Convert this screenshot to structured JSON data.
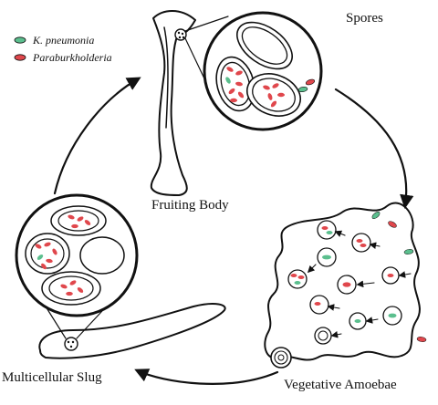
{
  "legend": [
    {
      "label": "K. pneumonia",
      "color": "#5bbf8e"
    },
    {
      "label": "Paraburkholderia",
      "color": "#e0474c"
    }
  ],
  "stages": {
    "spores": "Spores",
    "fruiting_body": "Fruiting Body",
    "vegetative_amoebae": "Vegetative Amoebae",
    "multicellular_slug": "Multicellular Slug"
  },
  "colors": {
    "ink": "#111111",
    "green_bacteria": "#5bbf8e",
    "red_bacteria": "#e0474c"
  }
}
